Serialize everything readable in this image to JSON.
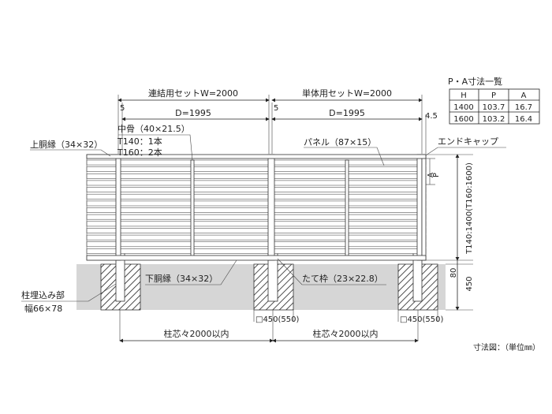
{
  "table": {
    "title": "P・A寸法一覧",
    "headers": [
      "H",
      "P",
      "A"
    ],
    "rows": [
      [
        "1400",
        "103.7",
        "16.7"
      ],
      [
        "1600",
        "103.2",
        "16.4"
      ]
    ]
  },
  "dimensions": {
    "left_set": "連結用セットW=2000",
    "right_set": "単体用セットW=2000",
    "gap_left": "5",
    "gap_mid": "5",
    "end_gap": "4.5",
    "d_left": "D=1995",
    "d_right": "D=1995",
    "height": "T140:1400(T160:1600)",
    "ground_80": "80",
    "ground_450": "450",
    "post_pitch_left": "柱芯々2000以内",
    "post_pitch_right": "柱芯々2000以内",
    "foundation_mid": "□450(550)",
    "foundation_right": "□450(550)",
    "a_mark": "A",
    "p_mark": "P"
  },
  "labels": {
    "nakabone": "中骨（40×21.5）",
    "t140": "T140：1本",
    "t160": "T160：2本",
    "kamidou": "上胴縁（34×32）",
    "panel": "パネル（87×15）",
    "endcap": "エンドキャップ",
    "shitadou": "下胴縁（34×32）",
    "tatewaku": "たて枠（23×22.8）",
    "post_embed": "柱埋込み部",
    "post_width": "幅66×78",
    "footer": "寸法図：（単位㎜）"
  }
}
